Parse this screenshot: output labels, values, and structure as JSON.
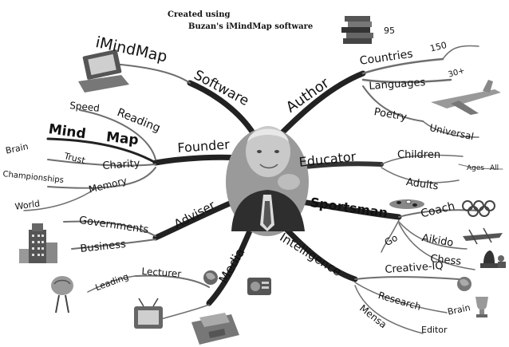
{
  "credit": {
    "line1": "Created using",
    "line2": "Buzan's iMindMap software"
  },
  "center": {
    "portrait": "person-portrait"
  },
  "branches": {
    "software": "Software",
    "imindmap": "iMindMap",
    "author": "Author",
    "countries": "Countries",
    "countries_count": "150",
    "books_count": "95",
    "languages": "Languages",
    "languages_count": "30+",
    "poetry": "Poetry",
    "universal": "Universal",
    "founder": "Founder",
    "speed": "Speed",
    "reading": "Reading",
    "mind": "Mind",
    "map": "Map",
    "brain": "Brain",
    "trust": "Trust",
    "charity": "Charity",
    "championships": "Championships",
    "memory": "Memory",
    "world": "World",
    "educator": "Educator",
    "children": "Children",
    "adults": "Adults",
    "ages": "Ages",
    "all": "All",
    "adviser": "Adviser",
    "governments": "Governments",
    "business": "Business",
    "sportsman": "Sportsman",
    "coach": "Coach",
    "go": "Go",
    "aikido": "Aikido",
    "chess": "Chess",
    "intelligence": "Intelligence",
    "creative_iq": "Creative-IQ",
    "research": "Research",
    "brain_iq": "Brain",
    "mensa": "Mensa",
    "editor": "Editor",
    "media": "Media",
    "lecturer": "Lecturer",
    "leading": "Leading"
  },
  "colors": {
    "branch": "#222222",
    "twig": "#6e6e6e",
    "text": "#111111"
  }
}
